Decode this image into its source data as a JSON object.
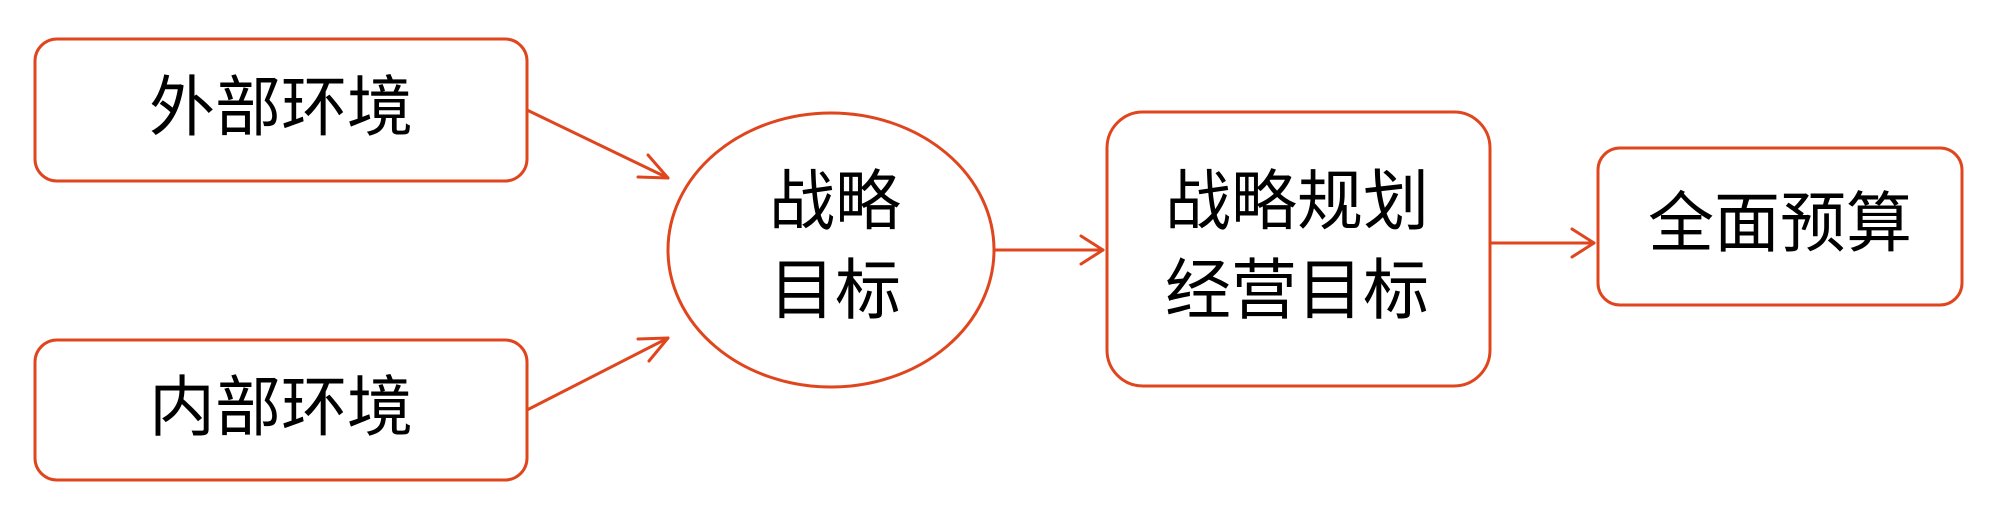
{
  "colors": {
    "stroke": "#E0461E",
    "text": "#000000",
    "background": "#FFFFFF"
  },
  "nodes": {
    "external_env": "外部环境",
    "internal_env": "内部环境",
    "strategic_goal_line1": "战略",
    "strategic_goal_line2": "目标",
    "strategic_plan_line1": "战略规划",
    "strategic_plan_line2": "经营目标",
    "comprehensive_budget": "全面预算"
  }
}
